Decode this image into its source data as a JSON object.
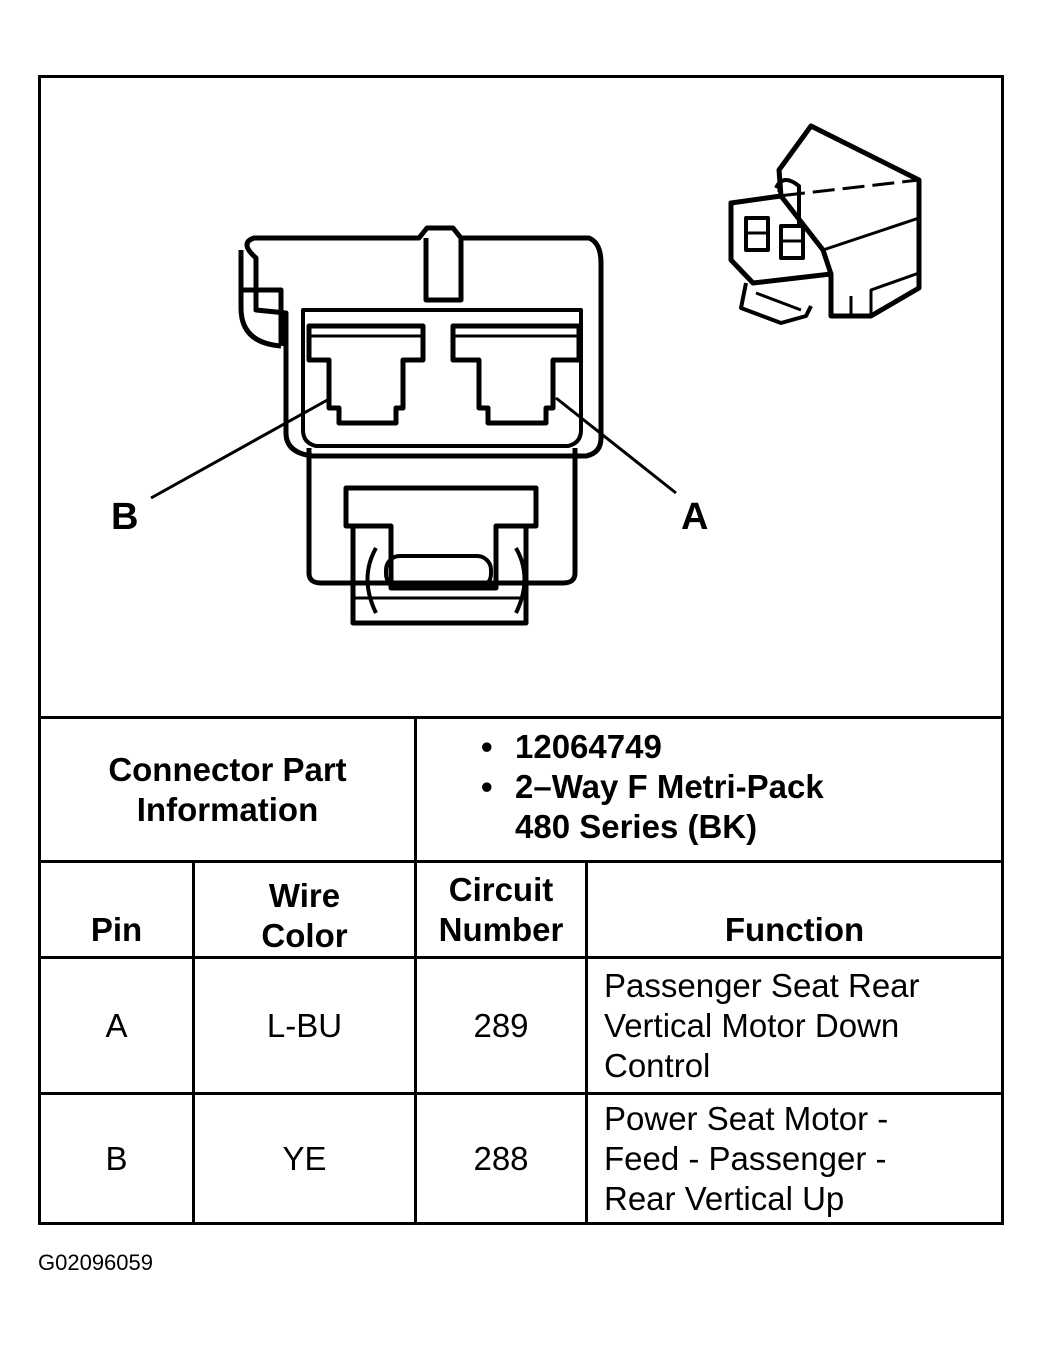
{
  "figure_id": "G02096059",
  "diagram": {
    "callout_a": "A",
    "callout_b": "B"
  },
  "connector_info": {
    "label": "Connector Part Information",
    "parts": [
      "12064749",
      "2–Way F Metri-Pack 480 Series (BK)"
    ]
  },
  "table": {
    "headers": {
      "pin": "Pin",
      "wire_color": "Wire Color",
      "circuit_number": "Circuit Number",
      "function": "Function"
    },
    "rows": [
      {
        "pin": "A",
        "wire_color": "L-BU",
        "circuit": "289",
        "function": "Passenger Seat Rear Vertical Motor Down Control"
      },
      {
        "pin": "B",
        "wire_color": "YE",
        "circuit": "288",
        "function": "Power Seat Motor - Feed - Passenger - Rear Vertical Up"
      }
    ]
  }
}
